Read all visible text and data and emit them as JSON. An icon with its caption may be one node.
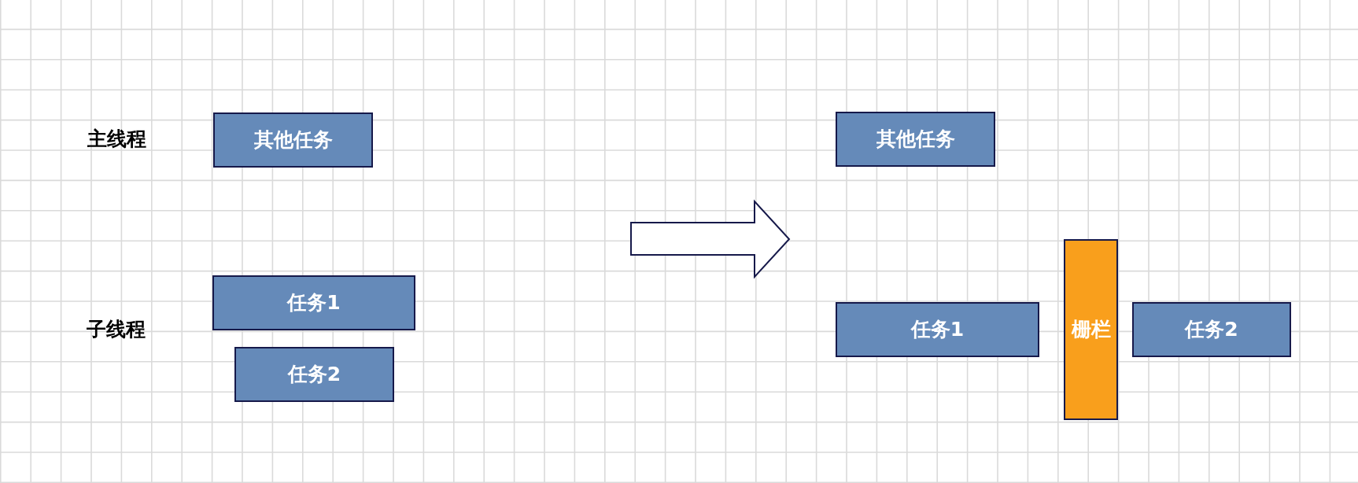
{
  "diagram": {
    "nodes": [
      {
        "text": [
          "其他任务"
        ]
      },
      {
        "text": [
          "任务1"
        ]
      },
      {
        "text": [
          "任务2"
        ]
      },
      {
        "text": [
          "其他任务"
        ]
      },
      {
        "text": [
          "任务1"
        ]
      },
      {
        "text": [
          "栅栏"
        ]
      },
      {
        "text": [
          "任务2"
        ]
      }
    ],
    "labels": [
      "主线程",
      "子线程"
    ]
  }
}
